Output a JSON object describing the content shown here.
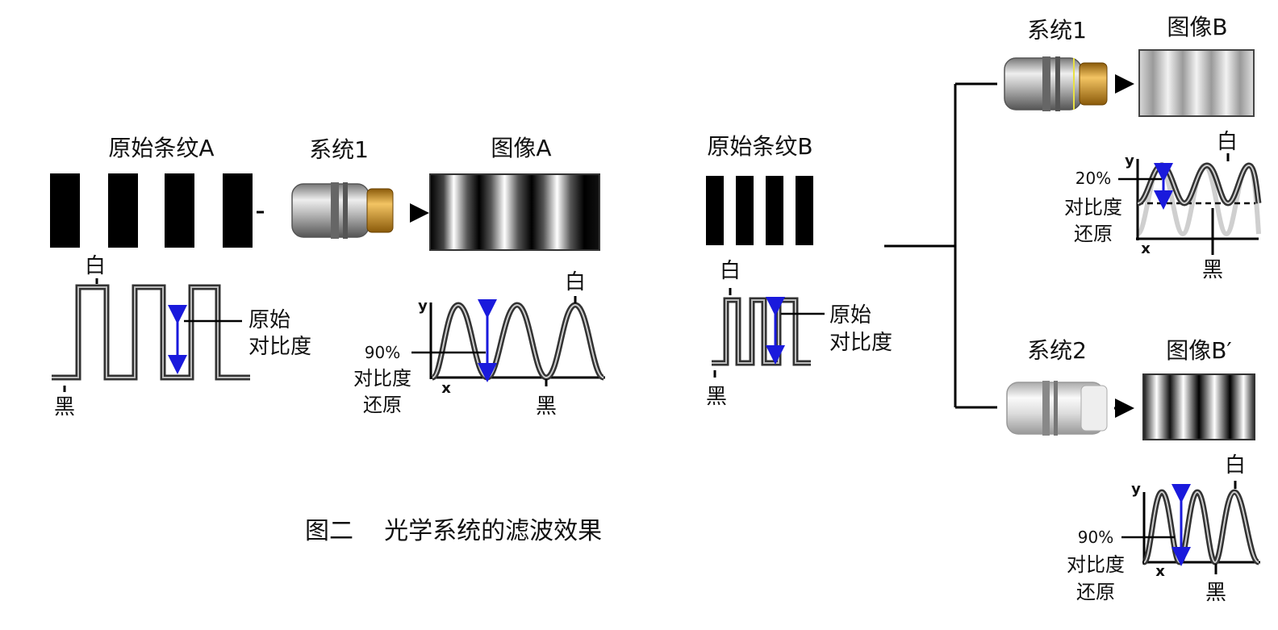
{
  "caption": "图二    光学系统的滤波效果",
  "left": {
    "pattern_a": "原始条纹A",
    "system1": "系统1",
    "image_a": "图像A",
    "white": "白",
    "black": "黑",
    "orig_contrast_1": "原始",
    "orig_contrast_2": "对比度",
    "image_white": "白",
    "image_black": "黑",
    "axis_y": "y",
    "axis_x": "x",
    "percent": "90%",
    "restore_1": "对比度",
    "restore_2": "还原"
  },
  "middle": {
    "pattern_b": "原始条纹B",
    "white": "白",
    "black": "黑",
    "orig_contrast_1": "原始",
    "orig_contrast_2": "对比度"
  },
  "top_right": {
    "system1": "系统1",
    "image_b": "图像B",
    "white": "白",
    "black": "黑",
    "axis_y": "y",
    "axis_x": "x",
    "percent": "20%",
    "restore_1": "对比度",
    "restore_2": "还原"
  },
  "bottom_right": {
    "system2": "系统2",
    "image_b_prime": "图像B′",
    "white": "白",
    "black": "黑",
    "axis_y": "y",
    "axis_x": "x",
    "percent": "90%",
    "restore_1": "对比度",
    "restore_2": "还原"
  },
  "colors": {
    "arrow": "#1a1adc",
    "wave": "#4a4a4a",
    "brass": "#c98a1c"
  }
}
